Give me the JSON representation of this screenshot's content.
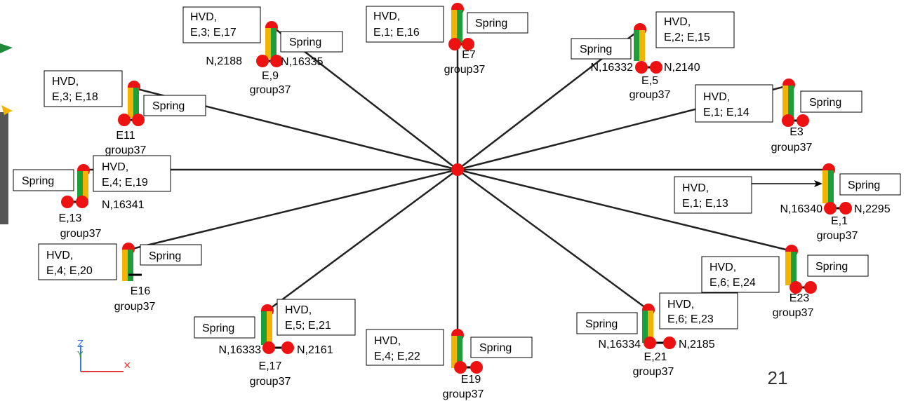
{
  "page_number": "21",
  "colors": {
    "node": "#ee1111",
    "spring_green": "#1e9e3a",
    "spring_yellow": "#f2b400",
    "spoke": "#222222",
    "axis_z": "#3a7bd5",
    "axis_x": "#e23a3a"
  },
  "axes": {
    "z_label": "Z",
    "y_label": "Y",
    "x_label": ""
  },
  "spring_label": "Spring",
  "assemblies": [
    {
      "id": "a1",
      "hvd": [
        "HVD,",
        "E,3; E,17"
      ],
      "element": "E,9",
      "node_left": "N,2188",
      "node_right": "N,16335",
      "group": "group37"
    },
    {
      "id": "a2",
      "hvd": [
        "HVD,",
        "E,1; E,16"
      ],
      "element": "E7",
      "node_left": "",
      "node_right": "",
      "group": "group37"
    },
    {
      "id": "a3",
      "hvd": [
        "HVD,",
        "E,2; E,15"
      ],
      "element": "E,5",
      "node_left": "N,16332",
      "node_right": "N,2140",
      "group": "group37"
    },
    {
      "id": "a4",
      "hvd": [
        "HVD,",
        "E,3; E,18"
      ],
      "element": "E11",
      "node_left": "",
      "node_right": "",
      "group": "group37"
    },
    {
      "id": "a5",
      "hvd": [
        "HVD,",
        "E,1; E,14"
      ],
      "element": "E3",
      "node_left": "",
      "node_right": "",
      "group": "group37"
    },
    {
      "id": "a6",
      "hvd": [
        "HVD,",
        "E,4; E,19"
      ],
      "element": "E,13",
      "node_left": "",
      "node_right": "N,16341",
      "group": "group37"
    },
    {
      "id": "a7",
      "hvd": [
        "HVD,",
        "E,1; E,13"
      ],
      "element": "E,1",
      "node_left": "N,16340",
      "node_right": "N,2295",
      "group": "group37"
    },
    {
      "id": "a8",
      "hvd": [
        "HVD,",
        "E,4; E,20"
      ],
      "element": "E16",
      "node_left": "",
      "node_right": "",
      "group": "group37"
    },
    {
      "id": "a9",
      "hvd": [
        "HVD,",
        "E,6; E,24"
      ],
      "element": "E23",
      "node_left": "",
      "node_right": "",
      "group": "group37"
    },
    {
      "id": "a10",
      "hvd": [
        "HVD,",
        "E,5; E,21"
      ],
      "element": "E,17",
      "node_left": "N,16333",
      "node_right": "N,2161",
      "group": "group37"
    },
    {
      "id": "a11",
      "hvd": [
        "HVD,",
        "E,6; E,23"
      ],
      "element": "E,21",
      "node_left": "N,16334",
      "node_right": "N,2185",
      "group": "group37"
    },
    {
      "id": "a12",
      "hvd": [
        "HVD,",
        "E,4; E,22"
      ],
      "element": "E19",
      "node_left": "",
      "node_right": "",
      "group": "group37"
    }
  ]
}
